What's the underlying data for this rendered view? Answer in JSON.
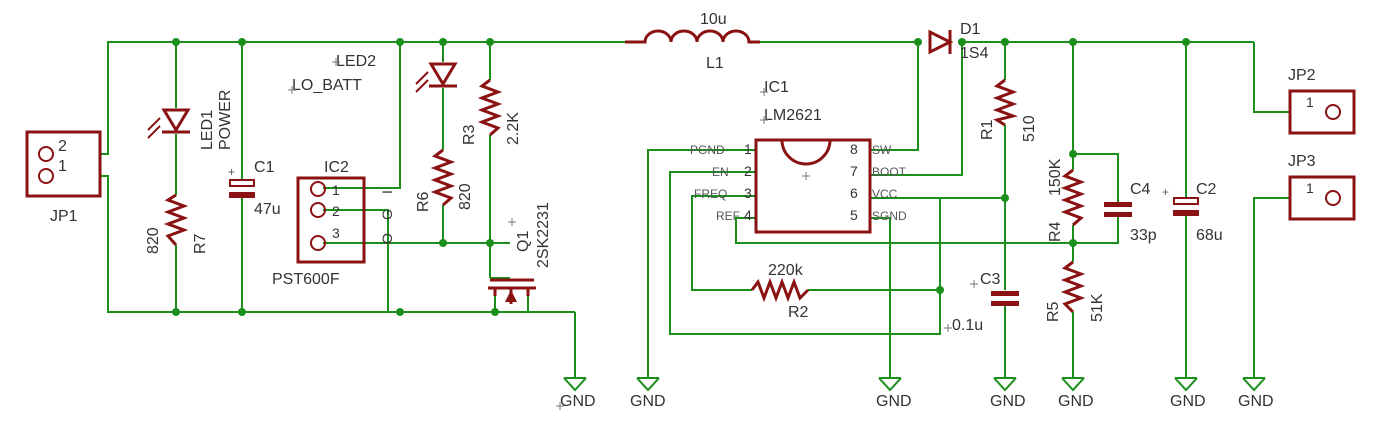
{
  "colors": {
    "wire": "#1b8f1b",
    "symbol": "#8a1212",
    "text": "#333333"
  },
  "components": {
    "jp1": {
      "name": "JP1",
      "pin1": "1",
      "pin2": "2"
    },
    "jp2": {
      "name": "JP2",
      "pin1": "1"
    },
    "jp3": {
      "name": "JP3",
      "pin1": "1"
    },
    "led1": {
      "name": "LED1",
      "value": "POWER"
    },
    "led2": {
      "name": "LED2",
      "value": "LO_BATT"
    },
    "r7": {
      "name": "R7",
      "value": "820"
    },
    "r6": {
      "name": "R6",
      "value": "820"
    },
    "r3": {
      "name": "R3",
      "value": "2.2K"
    },
    "r1": {
      "name": "R1",
      "value": "510"
    },
    "r4": {
      "name": "R4",
      "value": "150K"
    },
    "r5": {
      "name": "R5",
      "value": "51K"
    },
    "r2": {
      "name": "R2",
      "value": "220k"
    },
    "c1": {
      "name": "C1",
      "value": "47u"
    },
    "c2": {
      "name": "C2",
      "value": "68u"
    },
    "c3": {
      "name": "C3",
      "value": "0.1u"
    },
    "c4": {
      "name": "C4",
      "value": "33p"
    },
    "ic2": {
      "name": "IC2",
      "value": "PST600F",
      "pin1": "1",
      "pin2": "2",
      "pin3": "3",
      "pin_i": "I",
      "pin_o": "O",
      "pin_g": "G"
    },
    "q1": {
      "name": "Q1",
      "value": "2SK2231"
    },
    "l1": {
      "name": "L1",
      "value": "10u"
    },
    "d1": {
      "name": "D1",
      "value": "1S4"
    },
    "ic1": {
      "name": "IC1",
      "value": "LM2621",
      "pins": [
        {
          "num": "1",
          "name": "PGND"
        },
        {
          "num": "2",
          "name": "EN"
        },
        {
          "num": "3",
          "name": "FREQ"
        },
        {
          "num": "4",
          "name": "REF"
        },
        {
          "num": "8",
          "name": "SW"
        },
        {
          "num": "7",
          "name": "BOOT"
        },
        {
          "num": "6",
          "name": "VCC"
        },
        {
          "num": "5",
          "name": "SGND"
        }
      ]
    }
  },
  "gnd_label": "GND"
}
